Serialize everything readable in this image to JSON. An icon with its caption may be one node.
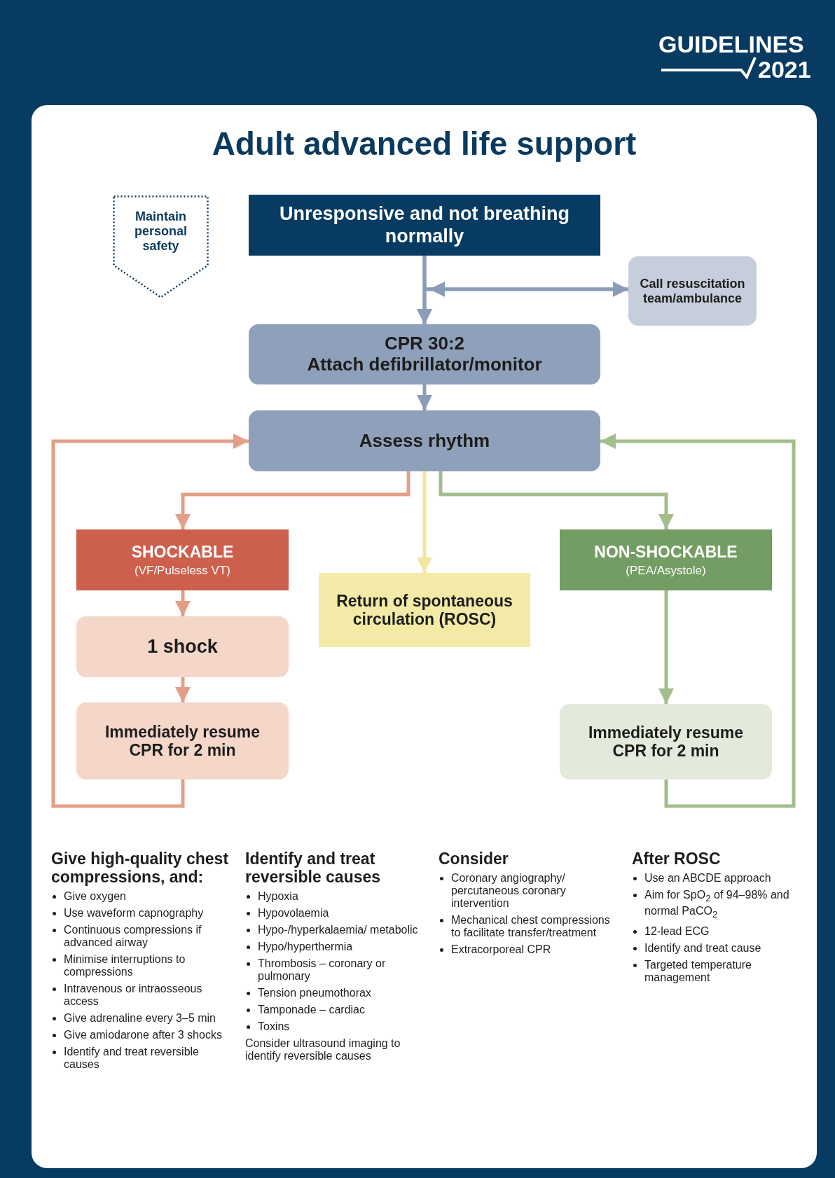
{
  "diagram": {
    "title": "Adult advanced life support",
    "nodes": [
      {
        "text": [
          "Maintain personal safety"
        ]
      },
      {
        "text": [
          "Unresponsive and not breathing normally"
        ]
      },
      {
        "text": [
          "Call resuscitation team/ambulance"
        ]
      },
      {
        "text": [
          "CPR 30:2",
          "Attach defibrillator/monitor"
        ]
      },
      {
        "text": [
          "Assess rhythm"
        ]
      },
      {
        "text": [
          "SHOCKABLE",
          "(VF/Pulseless VT)"
        ]
      },
      {
        "text": [
          "1 shock"
        ]
      },
      {
        "text": [
          "Immediately resume CPR for 2 min"
        ]
      },
      {
        "text": [
          "Return of spontaneous circulation (ROSC)"
        ]
      },
      {
        "text": [
          "NON-SHOCKABLE",
          "(PEA/Asystole)"
        ]
      },
      {
        "text": [
          "Immediately resume CPR for 2 min"
        ]
      }
    ],
    "edges": [
      {
        "from": 1,
        "to": 3,
        "arrow": "to",
        "color": "#8a9cb8"
      },
      {
        "from": 1,
        "to": 2,
        "arrow": "to",
        "color": "#8a9cb8"
      },
      {
        "from": 2,
        "to": 3,
        "arrow": "to",
        "color": "#8a9cb8"
      },
      {
        "from": 3,
        "to": 4,
        "arrow": "to",
        "color": "#8a9cb8"
      },
      {
        "from": 4,
        "to": 5,
        "arrow": "to",
        "color": "#e39f86"
      },
      {
        "from": 4,
        "to": 8,
        "arrow": "to",
        "color": "#f2e79e"
      },
      {
        "from": 4,
        "to": 9,
        "arrow": "to",
        "color": "#a3bd8c"
      },
      {
        "from": 5,
        "to": 6,
        "arrow": "to",
        "color": "#e39f86"
      },
      {
        "from": 6,
        "to": 7,
        "arrow": "to",
        "color": "#e39f86"
      },
      {
        "from": 7,
        "to": 4,
        "arrow": "to",
        "color": "#e39f86"
      },
      {
        "from": 9,
        "to": 10,
        "arrow": "to",
        "color": "#a3bd8c"
      },
      {
        "from": 10,
        "to": 4,
        "arrow": "to",
        "color": "#a3bd8c"
      }
    ],
    "labels": [
      "GUIDELINES",
      "2021",
      "Give high-quality chest compressions, and:",
      "Give oxygen",
      "Use waveform capnography",
      "Continuous compressions if advanced airway",
      "Minimise interruptions to compressions",
      "Intravenous or intraosseous access",
      "Give adrenaline every 3–5 min",
      "Give amiodarone after 3 shocks",
      "Identify and treat reversible causes",
      "Identify and treat reversible causes",
      "Hypoxia",
      "Hypovolaemia",
      "Hypo-/hyperkalaemia/ metabolic",
      "Hypo/hyperthermia",
      "Thrombosis – coronary or pulmonary",
      "Tension pneumothorax",
      "Tamponade – cardiac",
      "Toxins",
      "Consider ultrasound imaging to identify reversible causes",
      "Consider",
      "Coronary angiography/ percutaneous coronary intervention",
      "Mechanical chest compressions to facilitate transfer/treatment",
      "Extracorporeal CPR",
      "After ROSC",
      "Use an ABCDE approach",
      "Aim for SpO$_{2}$ of 94–98% and normal PaCO$_{2}$",
      "12-lead ECG",
      "Identify and treat cause",
      "Targeted temperature management"
    ]
  }
}
